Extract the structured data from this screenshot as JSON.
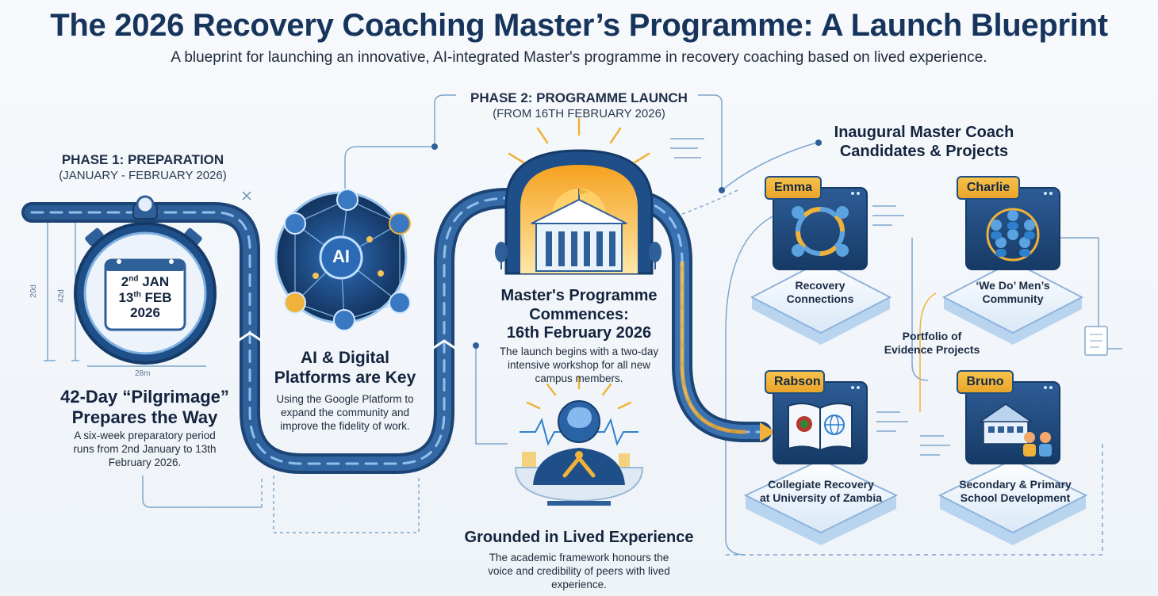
{
  "header": {
    "title": "The 2026 Recovery Coaching Master’s Programme: A Launch Blueprint",
    "subtitle": "A blueprint for launching an innovative, AI-integrated Master's programme in recovery coaching based on lived experience."
  },
  "phase1": {
    "heading": "PHASE 1: PREPARATION",
    "dates": "(JANUARY - FEBRUARY 2026)",
    "calendar": {
      "start_day": "2",
      "start_suffix": "nd",
      "start_month": "JAN",
      "end_day": "13",
      "end_suffix": "th",
      "end_month": "FEB",
      "year": "2026"
    },
    "dim_labels": [
      "20d",
      "42d",
      "28m"
    ],
    "title_line1": "42-Day “Pilgrimage”",
    "title_line2": "Prepares the Way",
    "body": [
      "A six-week preparatory period",
      "runs from 2nd January to 13th",
      "February 2026."
    ]
  },
  "ai": {
    "hub_label": "AI",
    "title_line1": "AI & Digital",
    "title_line2": "Platforms are Key",
    "body": [
      "Using the Google Platform to",
      "expand the community and",
      "improve the fidelity of work."
    ]
  },
  "phase2": {
    "heading": "PHASE 2: PROGRAMME LAUNCH",
    "dates": "(FROM 16TH FEBRUARY 2026)",
    "title_line1": "Master's Programme",
    "title_line2": "Commences:",
    "title_line3": "16th February 2026",
    "body": [
      "The launch begins with a two-day",
      "intensive workshop for all new",
      "campus members."
    ]
  },
  "lived": {
    "title": "Grounded in Lived Experience",
    "body": [
      "The academic framework honours the",
      "voice and credibility of peers with lived",
      "experience."
    ]
  },
  "candidates": {
    "heading_line1": "Inaugural Master Coach",
    "heading_line2": "Candidates & Projects",
    "portfolio_line1": "Portfolio of",
    "portfolio_line2": "Evidence Projects",
    "items": [
      {
        "name": "Emma",
        "project_line1": "Recovery",
        "project_line2": "Connections",
        "icon": "connections-icon"
      },
      {
        "name": "Charlie",
        "project_line1": "‘We Do’ Men’s",
        "project_line2": "Community",
        "icon": "community-icon"
      },
      {
        "name": "Rabson",
        "project_line1": "Collegiate Recovery",
        "project_line2": "at University of Zambia",
        "icon": "book-globe-icon"
      },
      {
        "name": "Bruno",
        "project_line1": "Secondary & Primary",
        "project_line2": "School Development",
        "icon": "school-icon"
      }
    ]
  },
  "colors": {
    "navy": "#16345c",
    "path_blue": "#2f5f98",
    "accent_gold": "#f0b23a",
    "sky": "#5aa3e0"
  }
}
